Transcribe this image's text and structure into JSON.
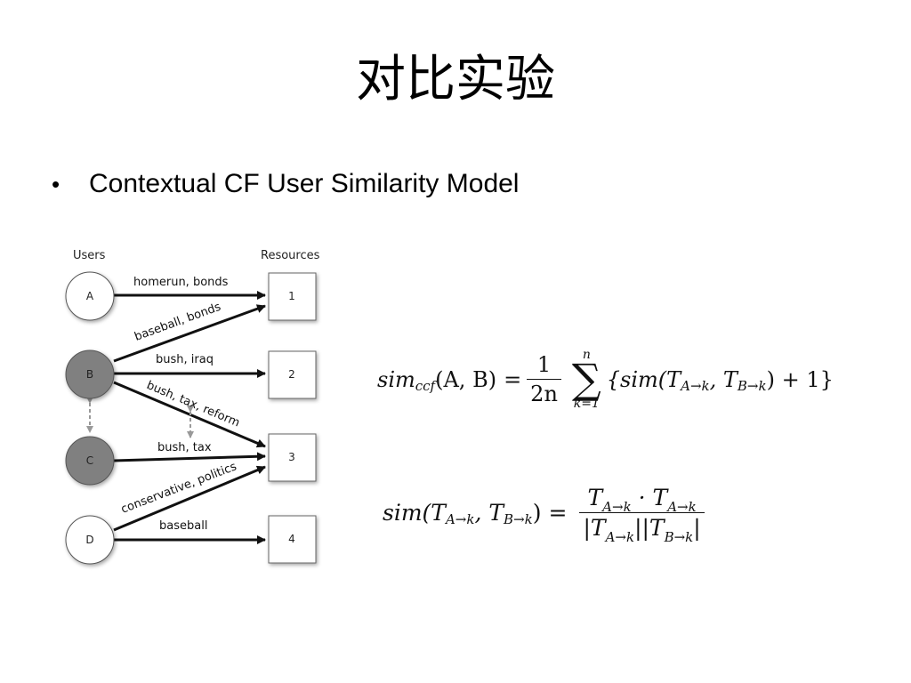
{
  "slide": {
    "title": "对比实验",
    "bullet_symbol": "•",
    "bullet_text": "Contextual CF User Similarity Model"
  },
  "diagram": {
    "users_header": "Users",
    "resources_header": "Resources",
    "users": [
      {
        "label": "A",
        "fill": "#ffffff"
      },
      {
        "label": "B",
        "fill": "#808080"
      },
      {
        "label": "C",
        "fill": "#808080"
      },
      {
        "label": "D",
        "fill": "#ffffff"
      }
    ],
    "resources": [
      "1",
      "2",
      "3",
      "4"
    ],
    "edges": [
      {
        "label": "homerun, bonds"
      },
      {
        "label": "baseball, bonds"
      },
      {
        "label": "bush, iraq"
      },
      {
        "label": "bush, tax, reform"
      },
      {
        "label": "bush, tax"
      },
      {
        "label": "conservative, politics"
      },
      {
        "label": "baseball"
      }
    ]
  },
  "formulas": {
    "f1": {
      "lhs_fn": "sim",
      "lhs_sub": "ccf",
      "lhs_args": "(A, B)",
      "eq": "=",
      "frac_num": "1",
      "frac_den": "2n",
      "sum_upper": "n",
      "sum_symbol": "∑",
      "sum_lower": "k=1",
      "rhs_open": "{sim(T",
      "rhs_sub1": "A→k",
      "rhs_comma": ", T",
      "rhs_sub2": "B→k",
      "rhs_close": ") + 1}"
    },
    "f2": {
      "lhs_open": "sim(T",
      "lhs_sub1": "A→k",
      "lhs_comma": ", T",
      "lhs_sub2": "B→k",
      "lhs_close": ")",
      "eq": "=",
      "num_t1": "T",
      "num_sub1": "A→k",
      "num_dot": " · T",
      "num_sub2": "A→k",
      "den_open": "|T",
      "den_sub1": "A→k",
      "den_mid": "||T",
      "den_sub2": "B→k",
      "den_close": "|"
    }
  }
}
